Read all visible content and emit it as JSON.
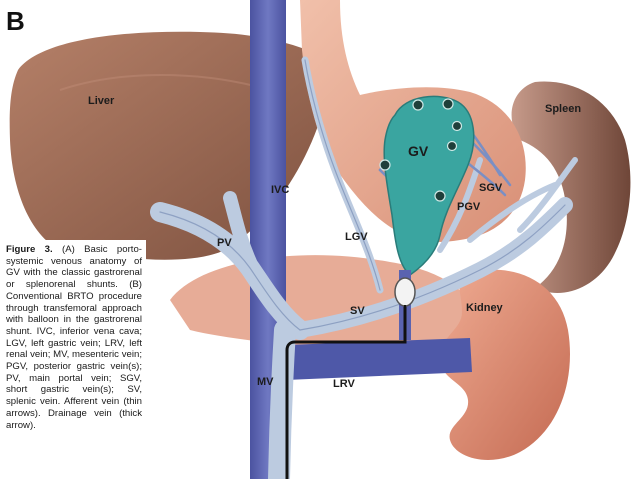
{
  "panel_letter": "B",
  "labels": {
    "liver": "Liver",
    "spleen": "Spleen",
    "gv": "GV",
    "ivc": "IVC",
    "pv": "PV",
    "lgv": "LGV",
    "sgv": "SGV",
    "pgv": "PGV",
    "sv": "SV",
    "kidney": "Kidney",
    "mv": "MV",
    "lrv": "LRV"
  },
  "caption": {
    "title": "Figure 3.",
    "text": "(A) Basic porto-systemic venous anatomy of GV with the classic gastrorenal or splenorenal shunts. (B) Conventional BRTO procedure through transfemoral approach with balloon in the gastrorenal shunt. IVC, inferior vena cava; LGV, left gastric vein; LRV, left renal vein; MV, mesenteric vein; PGV, posterior gastric vein(s); PV, main portal vein; SGV, short gastric vein(s); SV, splenic vein. Afferent vein (thin arrows). Drainage vein (thick arrow)."
  },
  "colors": {
    "liver": "#9b6a55",
    "spleen": "#8a5a4c",
    "stomach": "#e6a68e",
    "kidney": "#d9826a",
    "ivc": "#5a63b0",
    "portal_vein": "#b8c8de",
    "varix": "#3aa5a0",
    "background": "#ffffff"
  }
}
